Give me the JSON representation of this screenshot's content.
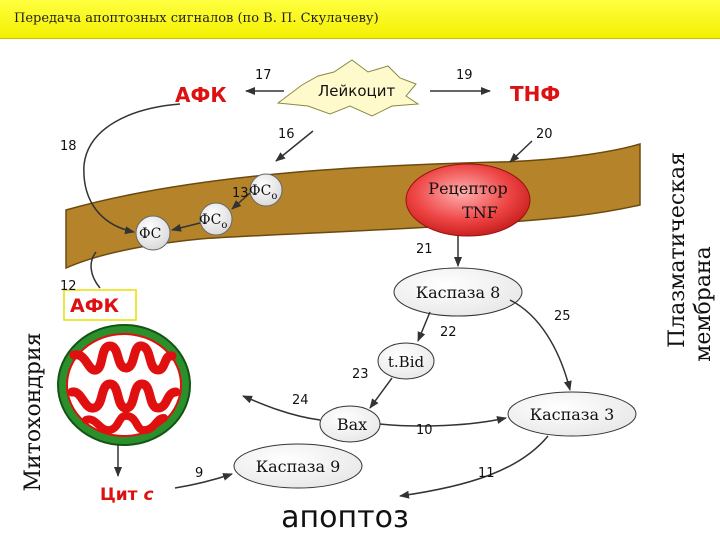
{
  "header": {
    "title": "Передача апоптозных сигналов (по В. П. Скулачеву)"
  },
  "labels": {
    "afk_top": "АФК",
    "leukocyte": "Лейкоцит",
    "tnf_top": "ТНФ",
    "receptor_line1": "Рецептор",
    "receptor_line2": "TNF",
    "fs_o_upper": "ФС",
    "fs_o_lower": "ФС",
    "fs_sub": "о",
    "fs_left": "ФС",
    "afk_left": "АФК",
    "caspase8": "Каспаза 8",
    "tbid": "t.Bid",
    "bax": "Bax",
    "caspase3": "Каспаза 3",
    "caspase9": "Каспаза 9",
    "cyt_c_main": "Цит ",
    "cyt_c_italic": "с",
    "apoptosis": "апоптоз",
    "mitochondria": "Митохондрия",
    "membrane_line1": "Плазматическая",
    "membrane_line2": "мембрана"
  },
  "numbers": {
    "n17": "17",
    "n19": "19",
    "n16": "16",
    "n18": "18",
    "n20": "20",
    "n13": "13",
    "n21": "21",
    "n12": "12",
    "n22": "22",
    "n25": "25",
    "n23": "23",
    "n24": "24",
    "n10": "10",
    "n9": "9",
    "n11": "11"
  },
  "colors": {
    "header_bg": "#ffff40",
    "membrane": "#b5842a",
    "afk_red": "#dd1111",
    "receptor": "#e03030",
    "ros_box_border": "#e6e000"
  }
}
